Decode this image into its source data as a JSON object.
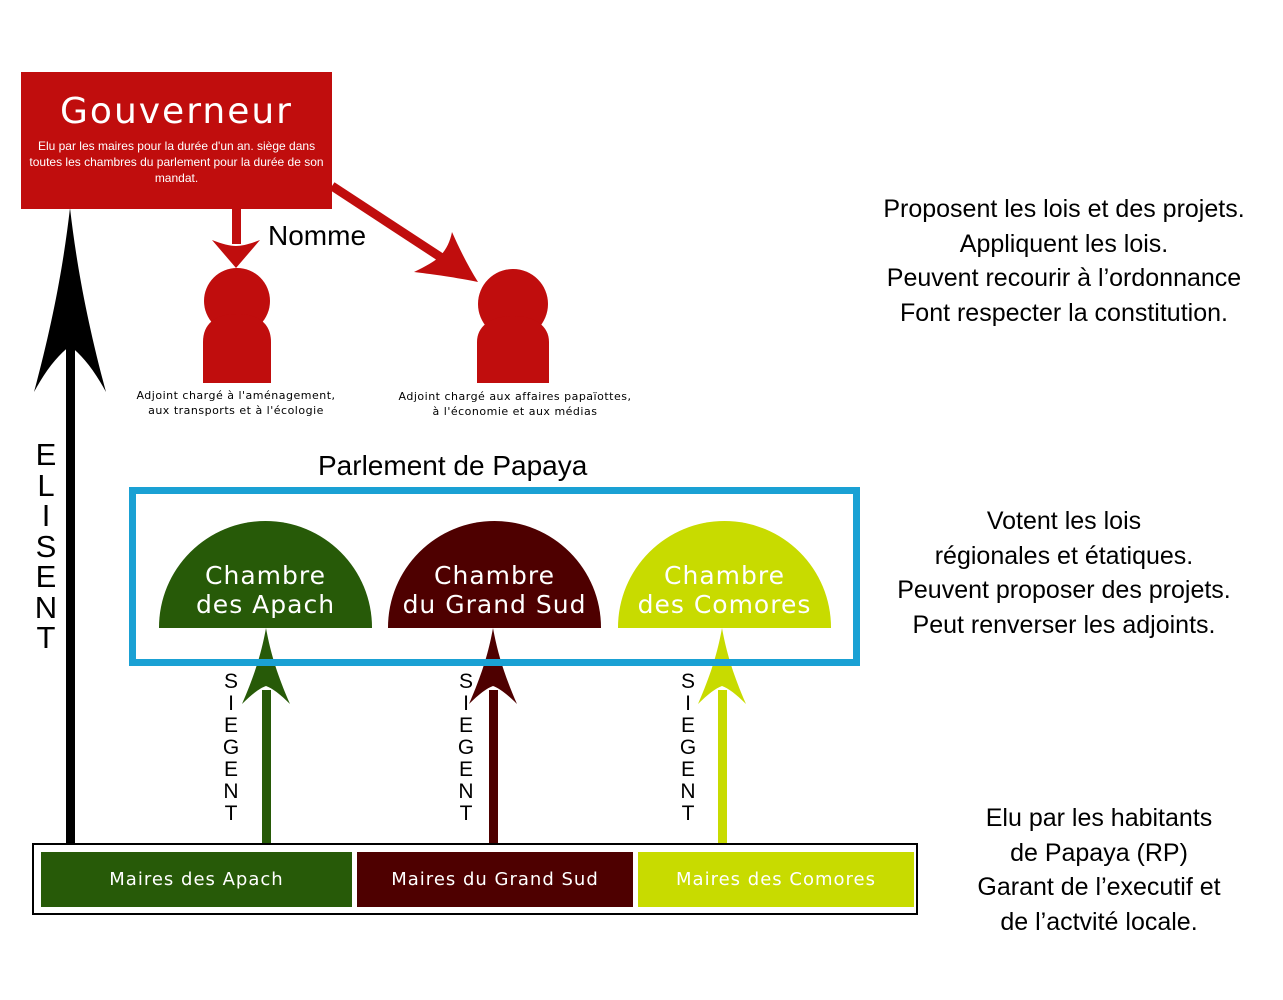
{
  "colors": {
    "gouverneur": "#c00d0d",
    "parlement_border": "#1aa1d4",
    "apach": "#275a08",
    "grand_sud": "#4e0000",
    "comores": "#c8db00"
  },
  "gouverneur": {
    "title": "Gouverneur",
    "description": "Elu par les maires pour la durée d'un an. siège dans toutes les chambres du parlement pour la durée de son mandat."
  },
  "nomme_label": "Nomme",
  "adjoints": [
    {
      "line1": "Adjoint chargé à l'aménagement,",
      "line2": "aux transports et à l'écologie"
    },
    {
      "line1": "Adjoint chargé aux affaires papaïottes,",
      "line2": "à l'économie et aux médias"
    }
  ],
  "parlement": {
    "title": "Parlement de Papaya",
    "chambres": [
      {
        "line1": "Chambre",
        "line2": "des Apach"
      },
      {
        "line1": "Chambre",
        "line2": "du Grand Sud"
      },
      {
        "line1": "Chambre",
        "line2": "des Comores"
      }
    ]
  },
  "maires": [
    "Maires des Apach",
    "Maires du Grand Sud",
    "Maires des Comores"
  ],
  "elisent_label": "ELISENT",
  "siegent_label": "SIEGENT",
  "side_texts": {
    "gouvernement": [
      "Proposent les lois et des projets.",
      "Appliquent les lois.",
      "Peuvent recourir à l’ordonnance",
      "Font respecter la constitution."
    ],
    "parlement": [
      "Votent les lois",
      "régionales et étatiques.",
      "Peuvent proposer des projets.",
      "Peut renverser les adjoints."
    ],
    "maires": [
      "Elu par les habitants",
      "de Papaya (RP)",
      "Garant de l’executif et",
      "de l’actvité locale."
    ]
  }
}
